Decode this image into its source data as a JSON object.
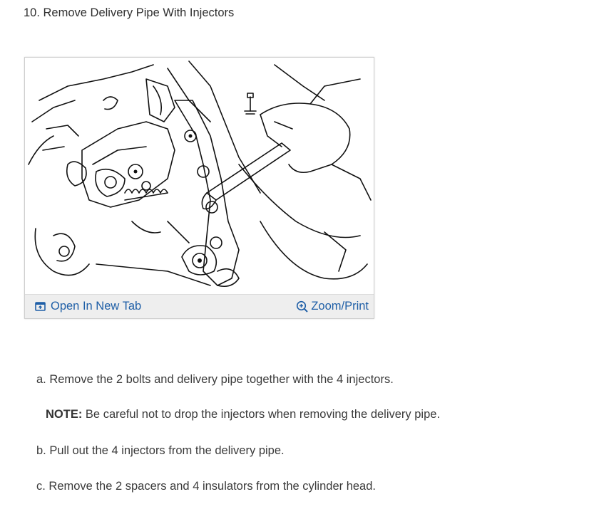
{
  "step": {
    "title": "10. Remove Delivery Pipe With Injectors"
  },
  "figure": {
    "open_label": "Open In New Tab",
    "zoom_label": "Zoom/Print",
    "accent_color": "#1f5fa7",
    "bar_color": "#eeeeee",
    "open_icon": "open-in-new-tab-icon",
    "zoom_icon": "zoom-in-icon"
  },
  "instructions": {
    "a": "a. Remove the 2 bolts and delivery pipe together with the 4 injectors.",
    "note_label": "NOTE:",
    "note_text": " Be careful not to drop the injectors when removing the delivery pipe.",
    "b": "b. Pull out the 4 injectors from the delivery pipe.",
    "c": "c. Remove the 2 spacers and 4 insulators from the cylinder head."
  }
}
